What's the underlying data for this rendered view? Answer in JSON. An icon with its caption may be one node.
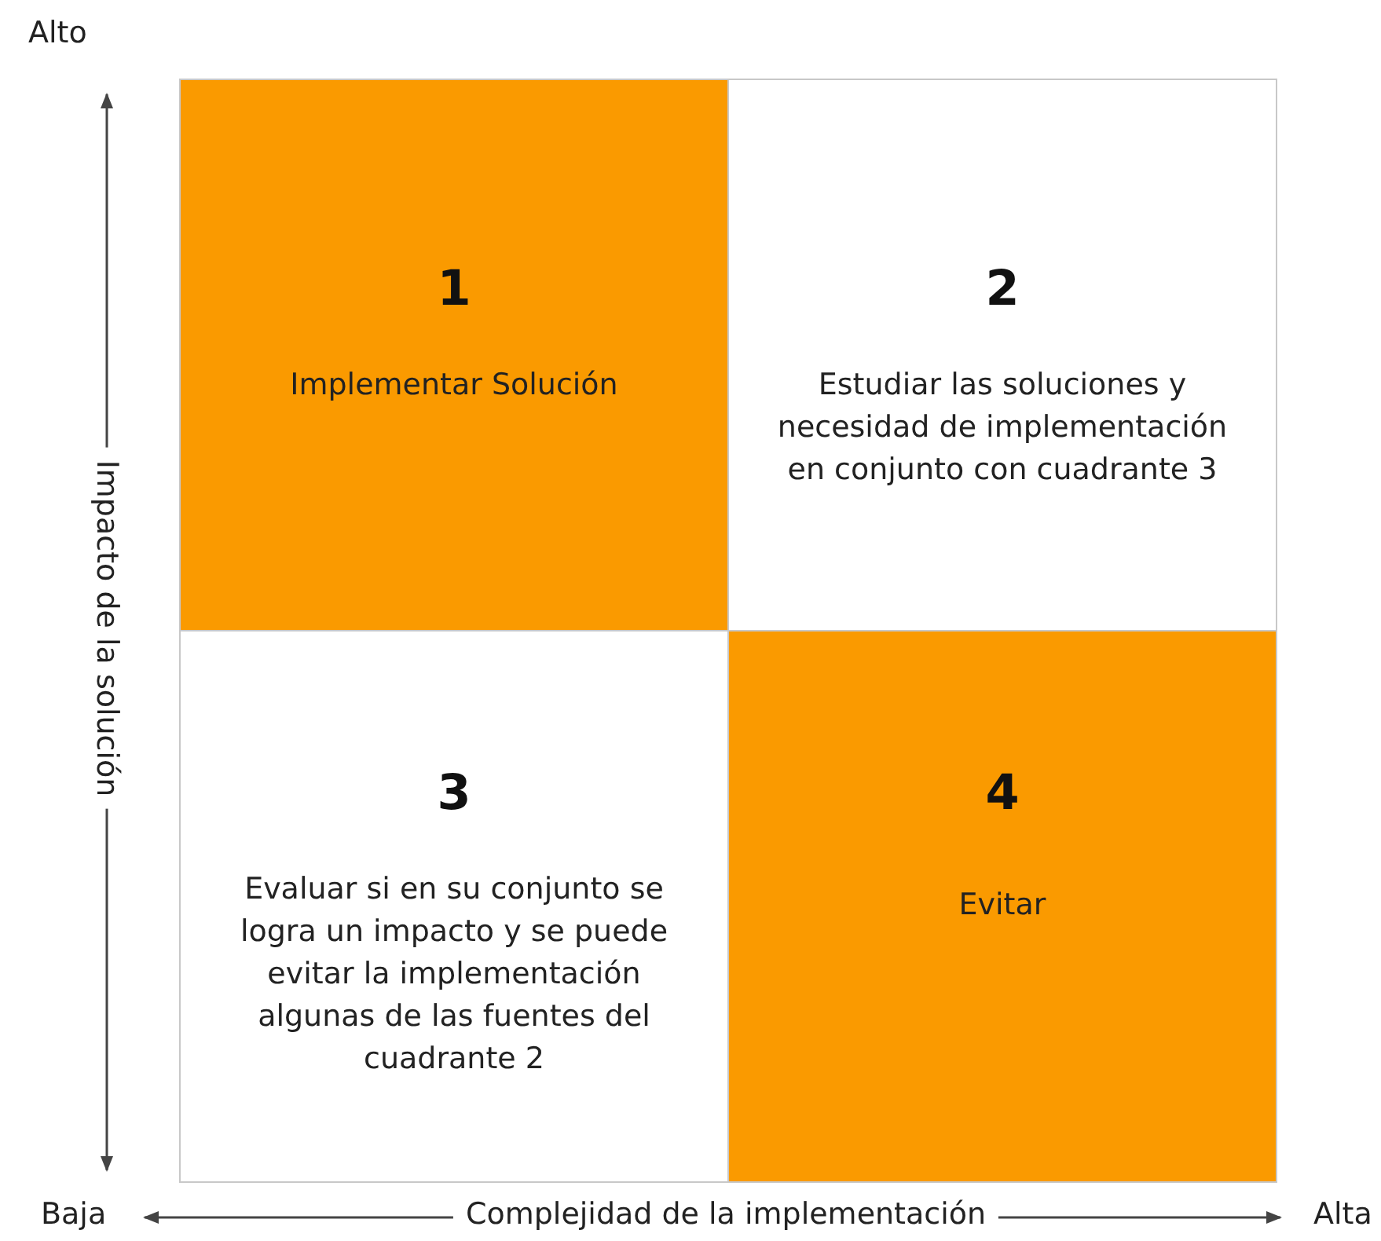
{
  "diagram": {
    "nodes": [
      {
        "text": [
          "1",
          "Implementar Solución"
        ]
      },
      {
        "text": [
          "2",
          "Estudiar las soluciones y necesidad de implementación en conjunto con cuadrante 3"
        ]
      },
      {
        "text": [
          "3",
          "Evaluar si en su conjunto se logra un impacto y se puede evitar la implementación algunas de las fuentes del cuadrante 2"
        ]
      },
      {
        "text": [
          "4",
          "Evitar"
        ]
      }
    ],
    "labels": [
      "Alto",
      "Impacto de la solución",
      "Baja",
      "Complejidad de la implementación",
      "Alta"
    ]
  }
}
